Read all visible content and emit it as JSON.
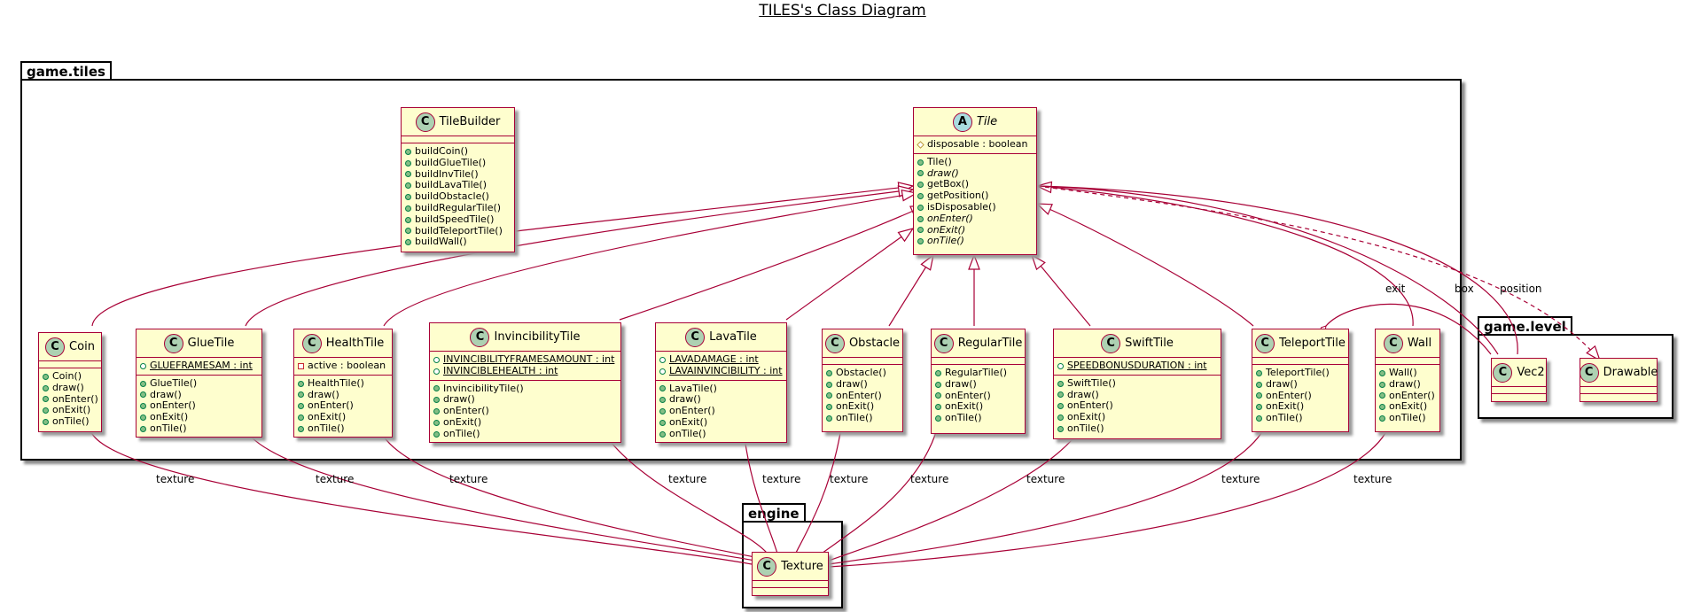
{
  "title": "TILES's Class Diagram",
  "colors": {
    "class_fill": "#fefece",
    "class_border": "#a80036",
    "edge": "#a80036",
    "circle_c": "#add1b2",
    "circle_a": "#a9dcdf"
  },
  "packages": {
    "game_tiles": "game.tiles",
    "game_level": "game.level",
    "engine": "engine"
  },
  "classes": {
    "tilebuilder": {
      "name": "TileBuilder",
      "methods": [
        "buildCoin()",
        "buildGlueTile()",
        "buildInvTile()",
        "buildLavaTile()",
        "buildObstacle()",
        "buildRegularTile()",
        "buildSpeedTile()",
        "buildTeleportTile()",
        "buildWall()"
      ]
    },
    "tile": {
      "name": "Tile",
      "stereotype_letter": "A",
      "fields": [
        "disposable : boolean"
      ],
      "methods": [
        "Tile()",
        "draw()",
        "getBox()",
        "getPosition()",
        "isDisposable()",
        "onEnter()",
        "onExit()",
        "onTile()"
      ]
    },
    "coin": {
      "name": "Coin",
      "methods": [
        "Coin()",
        "draw()",
        "onEnter()",
        "onExit()",
        "onTile()"
      ]
    },
    "gluetile": {
      "name": "GlueTile",
      "fields": [
        "GLUEFRAMESAM : int"
      ],
      "methods": [
        "GlueTile()",
        "draw()",
        "onEnter()",
        "onExit()",
        "onTile()"
      ]
    },
    "healthtile": {
      "name": "HealthTile",
      "fields": [
        "active : boolean"
      ],
      "methods": [
        "HealthTile()",
        "draw()",
        "onEnter()",
        "onExit()",
        "onTile()"
      ]
    },
    "invincibilitytile": {
      "name": "InvincibilityTile",
      "fields": [
        "INVINCIBILITYFRAMESAMOUNT : int",
        "INVINCIBLEHEALTH : int"
      ],
      "methods": [
        "InvincibilityTile()",
        "draw()",
        "onEnter()",
        "onExit()",
        "onTile()"
      ]
    },
    "lavatile": {
      "name": "LavaTile",
      "fields": [
        "LAVADAMAGE : int",
        "LAVAINVINCIBILITY : int"
      ],
      "methods": [
        "LavaTile()",
        "draw()",
        "onEnter()",
        "onExit()",
        "onTile()"
      ]
    },
    "obstacle": {
      "name": "Obstacle",
      "methods": [
        "Obstacle()",
        "draw()",
        "onEnter()",
        "onExit()",
        "onTile()"
      ]
    },
    "regulartile": {
      "name": "RegularTile",
      "methods": [
        "RegularTile()",
        "draw()",
        "onEnter()",
        "onExit()",
        "onTile()"
      ]
    },
    "swifttile": {
      "name": "SwiftTile",
      "fields": [
        "SPEEDBONUSDURATION : int"
      ],
      "methods": [
        "SwiftTile()",
        "draw()",
        "onEnter()",
        "onExit()",
        "onTile()"
      ]
    },
    "teleporttile": {
      "name": "TeleportTile",
      "methods": [
        "TeleportTile()",
        "draw()",
        "onEnter()",
        "onExit()",
        "onTile()"
      ]
    },
    "wall": {
      "name": "Wall",
      "methods": [
        "Wall()",
        "draw()",
        "onEnter()",
        "onExit()",
        "onTile()"
      ]
    },
    "vec2": {
      "name": "Vec2"
    },
    "drawable": {
      "name": "Drawable"
    },
    "texture": {
      "name": "Texture"
    }
  },
  "edge_labels": {
    "texture": "texture",
    "exit": "exit",
    "box": "box",
    "position": "position"
  }
}
